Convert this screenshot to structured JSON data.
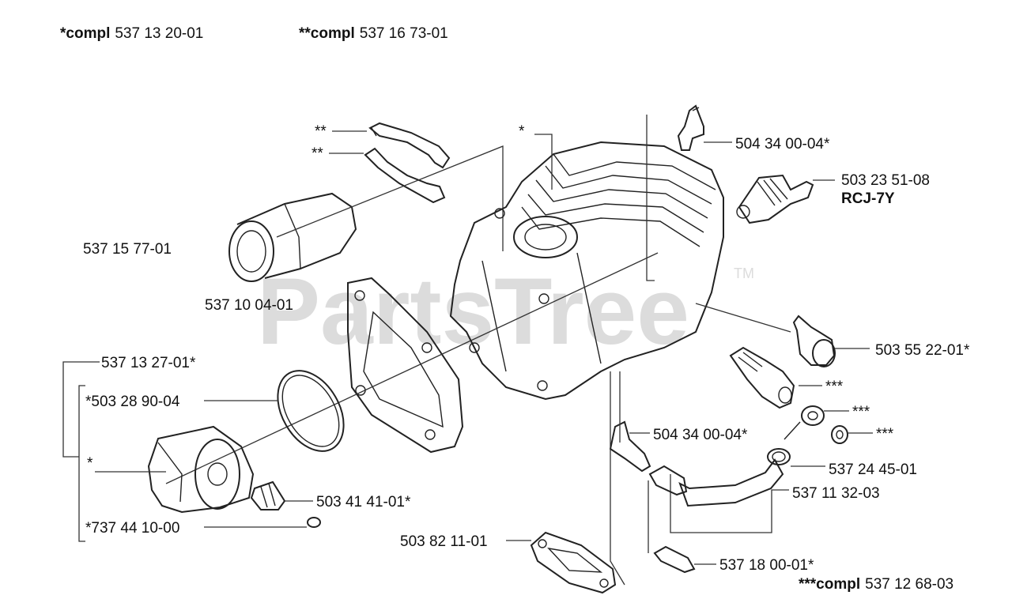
{
  "header": {
    "compl1": {
      "prefix": "*compl",
      "number": "537 13 20-01"
    },
    "compl2": {
      "prefix": "**compl",
      "number": "537 16 73-01"
    }
  },
  "footer": {
    "compl3": {
      "prefix": "***compl",
      "number": "537 12 68-03"
    }
  },
  "watermark": {
    "text": "PartsTree",
    "tm": "TM",
    "color": "#dcdcdc"
  },
  "labels": {
    "p504_34_00_04_top": "504 34 00-04*",
    "p503_23_51_08": "503 23 51-08",
    "rcj7y": "RCJ-7Y",
    "p537_15_77_01": "537 15 77-01",
    "p537_10_04_01": "537 10 04-01",
    "p503_55_22_01": "503 55 22-01*",
    "p537_13_27_01": "537 13 27-01*",
    "p503_28_90_04": "*503 28 90-04",
    "star_piston": "*",
    "star_cyl": "*",
    "p503_41_41_01": "503 41 41-01*",
    "p737_44_10_00": "*737 44 10-00",
    "p504_34_00_04_mid": "504 34 00-04*",
    "p537_24_45_01": "537 24 45-01",
    "p537_11_32_03": "537 11 32-03",
    "p503_82_11_01": "503 82 11-01",
    "p537_18_00_01": "537 18 00-01*",
    "dstar1": "**",
    "dstar2": "**",
    "tstar1": "***",
    "tstar2": "***",
    "tstar3": "***"
  }
}
